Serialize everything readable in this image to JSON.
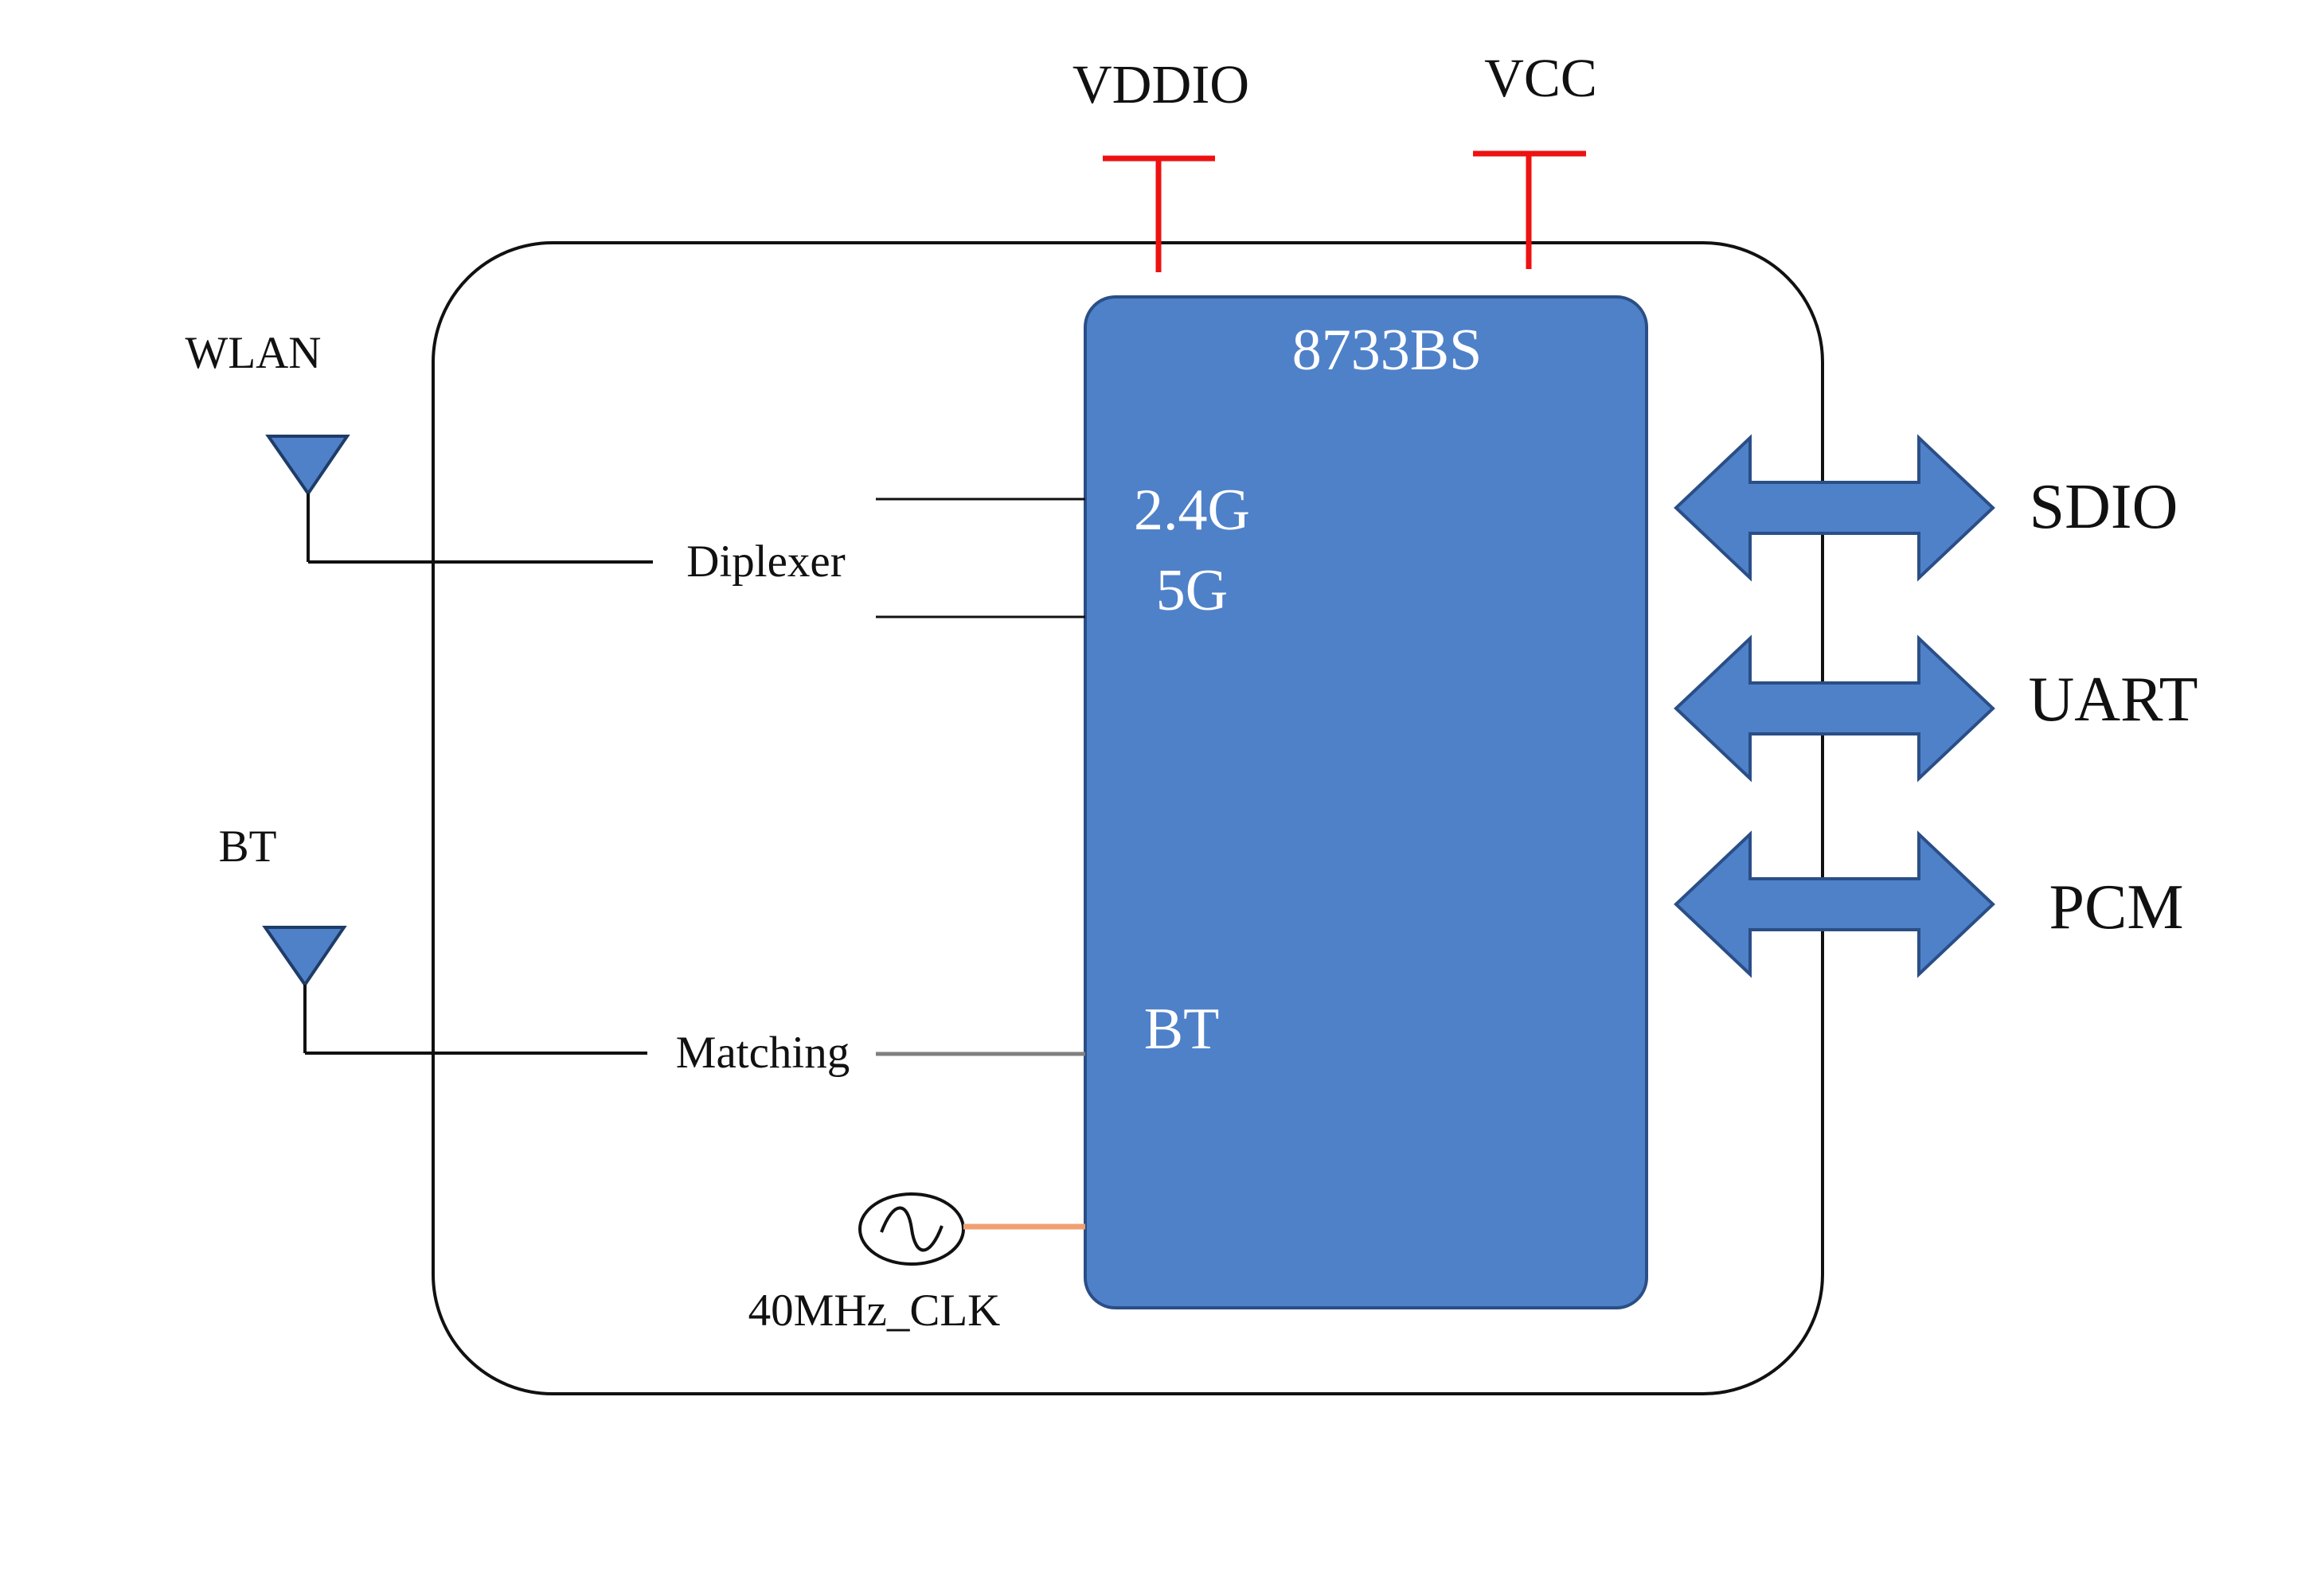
{
  "power": {
    "vddio": "VDDIO",
    "vcc": "VCC"
  },
  "chip": {
    "name": "8733BS",
    "band_2g": "2.4G",
    "band_5g": "5G",
    "bt": "BT"
  },
  "antennas": {
    "wlan": "WLAN",
    "bt": "BT"
  },
  "blocks": {
    "diplexer": "Diplexer",
    "matching": "Matching",
    "clock": "40MHz_CLK"
  },
  "interfaces": [
    "SDIO",
    "UART",
    "PCM"
  ],
  "colors": {
    "chip_fill": "#4f81c9",
    "power_pin": "#ee1111",
    "clock_line": "#f0a070",
    "arrow_fill": "#4f81c9"
  }
}
